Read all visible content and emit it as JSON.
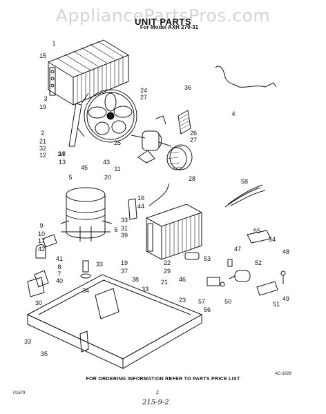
{
  "watermark": "AppliancePartsPros.com",
  "title": "UNIT PARTS",
  "subtitle": "For Model AXH 270-31",
  "footer": "FOR ORDERING INFORMATION REFER TO PARTS PRICE LIST",
  "corner_code": "7/1679",
  "page_number": "2",
  "handwritten_note": "215-9-2",
  "diagram_code": "AC-1629",
  "callouts": [
    "1",
    "15",
    "5",
    "3",
    "19",
    "2",
    "21",
    "32",
    "12",
    "14",
    "18",
    "13",
    "45",
    "24",
    "27",
    "25",
    "43",
    "11",
    "20",
    "36",
    "26",
    "27",
    "4",
    "28",
    "16",
    "44",
    "58",
    "9",
    "10",
    "17",
    "42",
    "41",
    "8",
    "7",
    "40",
    "30",
    "33",
    "6",
    "33",
    "31",
    "39",
    "19",
    "37",
    "38",
    "22",
    "29",
    "21",
    "34",
    "33",
    "23",
    "53",
    "55",
    "54",
    "47",
    "48",
    "52",
    "46",
    "57",
    "56",
    "50",
    "49",
    "51",
    "33",
    "35"
  ],
  "colors": {
    "ink": "#111111",
    "watermark": "#d4d4d4",
    "paper": "#ffffff"
  }
}
